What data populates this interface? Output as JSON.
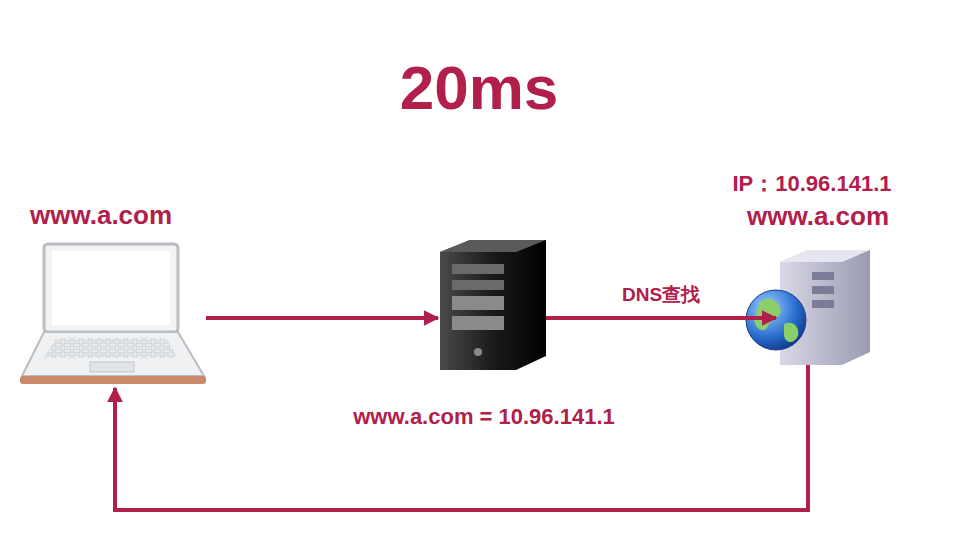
{
  "diagram": {
    "title": "20ms",
    "nodes": [
      {
        "text": [
          "www.a.com"
        ]
      },
      {
        "text": [
          "www.a.com = 10.96.141.1"
        ]
      },
      {
        "text": [
          "IP：10.96.141.1",
          "www.a.com"
        ]
      }
    ],
    "edges": [
      {
        "from": 0,
        "to": 1,
        "arrow": "to"
      },
      {
        "from": 1,
        "to": 2,
        "label": "DNS查找",
        "arrow": "to"
      },
      {
        "from": 2,
        "to": 0,
        "arrow": "to"
      }
    ]
  }
}
